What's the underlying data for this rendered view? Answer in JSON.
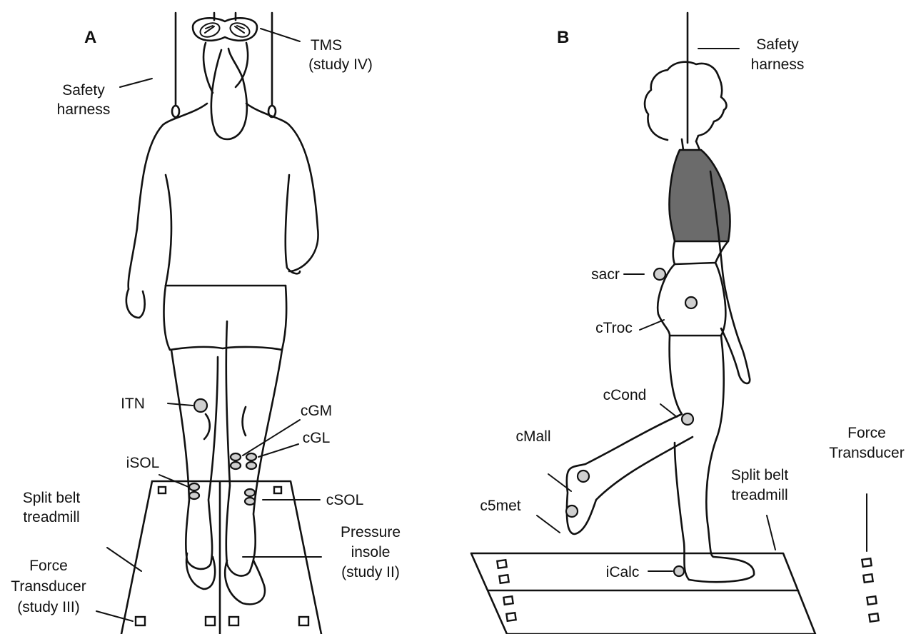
{
  "panel_a": {
    "letter": "A",
    "labels": {
      "tms_1": "TMS",
      "tms_2": "(study IV)",
      "harness_1": "Safety",
      "harness_2": "harness",
      "itn": "ITN",
      "cgm": "cGM",
      "cgl": "cGL",
      "isol": "iSOL",
      "csol": "cSOL",
      "treadmill_1": "Split belt",
      "treadmill_2": "treadmill",
      "insole_1": "Pressure",
      "insole_2": "insole",
      "insole_3": "(study II)",
      "force_1": "Force",
      "force_2": "Transducer",
      "force_3": "(study III)"
    }
  },
  "panel_b": {
    "letter": "B",
    "labels": {
      "harness_1": "Safety",
      "harness_2": "harness",
      "sacr": "sacr",
      "ctroc": "cTroc",
      "ccond": "cCond",
      "cmall": "cMall",
      "c5met": "c5met",
      "icalc": "iCalc",
      "treadmill_1": "Split belt",
      "treadmill_2": "treadmill",
      "force_1": "Force",
      "force_2": "Transducer"
    }
  },
  "colors": {
    "line": "#111111",
    "marker_fill": "#cfcfcf",
    "torso_fill": "#6b6b6b"
  }
}
